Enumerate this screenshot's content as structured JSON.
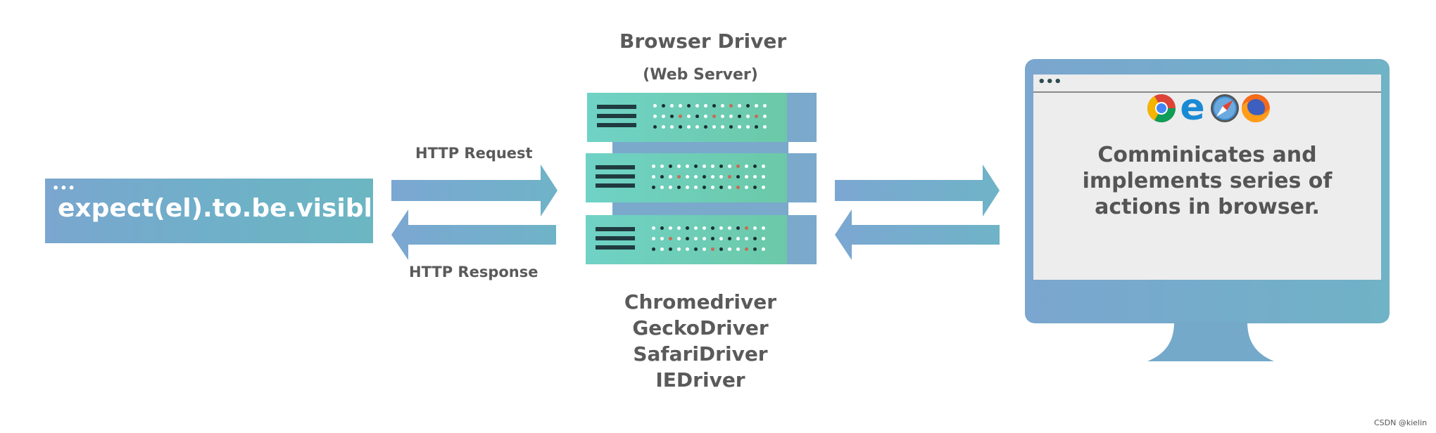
{
  "code_panel": {
    "dots": "•••",
    "text": "expect(el).to.be.visible"
  },
  "arrows": {
    "request_label": "HTTP Request",
    "response_label": "HTTP Response"
  },
  "server": {
    "title": "Browser Driver",
    "subtitle": "(Web Server)",
    "drivers": [
      "Chromedriver",
      "GeckoDriver",
      "SafariDriver",
      "IEDriver"
    ]
  },
  "browser": {
    "dots": "•••",
    "icons": [
      "chrome-icon",
      "edge-icon",
      "safari-icon",
      "firefox-icon"
    ],
    "text_lines": [
      "Comminicates and",
      "implements series of",
      "actions in browser."
    ]
  },
  "watermark": "CSDN @kielin",
  "colors": {
    "blue": "#7aa6cf",
    "teal": "#6fd2c5",
    "text_gray": "#5a5a5a",
    "monitor": "#72a8ca",
    "screen": "#ececec"
  }
}
